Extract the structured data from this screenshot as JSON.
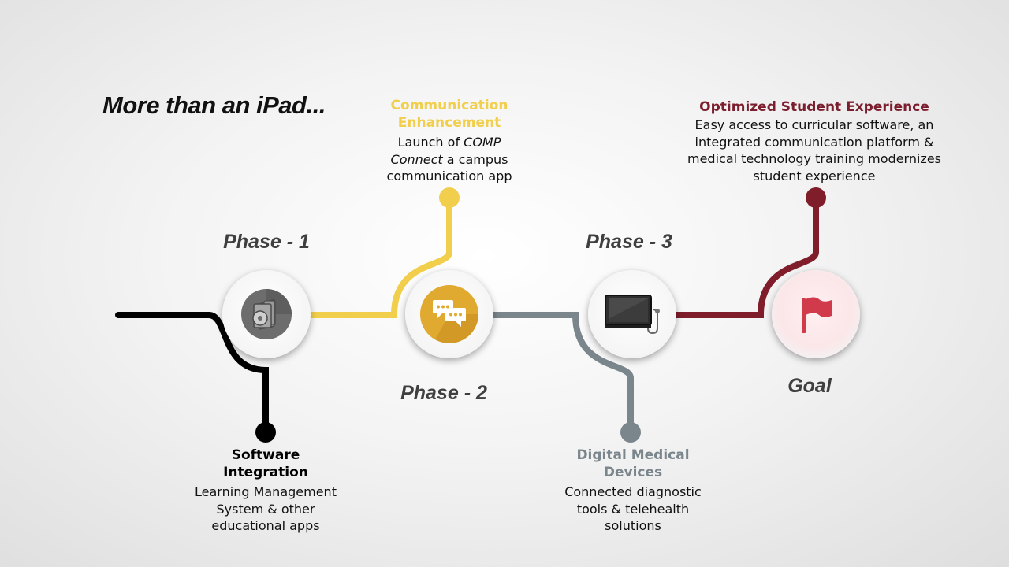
{
  "title": "More than an iPad...",
  "colors": {
    "software": "#000000",
    "communication": "#f1cf4c",
    "devices": "#7a868c",
    "goal": "#7f1d2b",
    "goal_heading": "#7b1f2e",
    "comm_heading": "#f1cf4c",
    "devices_heading": "#7a868c"
  },
  "stages": {
    "phase1": {
      "label": "Phase - 1",
      "icon": "software-disc-icon"
    },
    "phase2": {
      "label": "Phase - 2",
      "icon": "chat-bubbles-icon"
    },
    "phase3": {
      "label": "Phase - 3",
      "icon": "medical-monitor-icon"
    },
    "goal": {
      "label": "Goal",
      "icon": "flag-icon"
    }
  },
  "captions": {
    "software": {
      "heading": [
        "Software",
        "Integration"
      ],
      "body": [
        "Learning Management",
        "System & other",
        "educational apps"
      ]
    },
    "communication": {
      "heading": [
        "Communication",
        "Enhancement"
      ],
      "body_line1": "Launch of ",
      "body_line1_em": "COMP",
      "body_line2_em": "Connect",
      "body_line2": " a campus",
      "body_line3": "communication app"
    },
    "devices": {
      "heading": [
        "Digital Medical",
        "Devices"
      ],
      "body": [
        "Connected diagnostic",
        "tools & telehealth",
        "solutions"
      ]
    },
    "goal": {
      "heading": "Optimized Student Experience",
      "body": [
        "Easy access to curricular software, an",
        "integrated communication platform &",
        "medical technology training modernizes",
        "student experience"
      ]
    }
  }
}
